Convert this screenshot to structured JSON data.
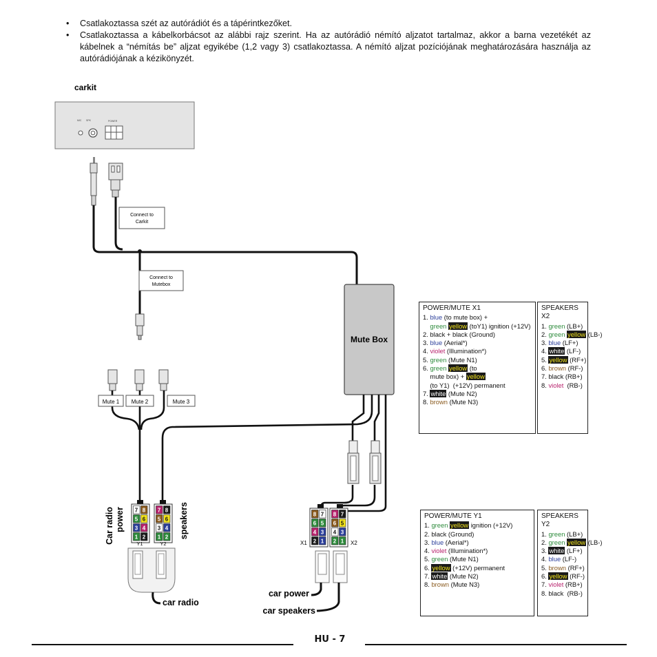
{
  "bullets": [
    "Csatlakoztassa szét az autórádiót és a tápérintkezőket.",
    "Csatlakoztassa a kábelkorbácsot az alábbi rajz szerint. Ha az autórádió némító aljzatot tartalmaz, akkor a barna vezetékét az kábelnek a “némítás be” aljzat egyikébe (1,2 vagy 3) csatlakoztassa. A némító aljzat pozíciójának meghatározására használja az autórádiójának a kézikönyzét."
  ],
  "diagram": {
    "carkit_label": "carkit",
    "panel_labels": {
      "mic": "MIC",
      "spk": "SPK",
      "power": "POWER"
    },
    "connect_carkit": [
      "Connect to",
      "Carkit"
    ],
    "connect_mutebox": [
      "Connect to",
      "Mutebox"
    ],
    "mute_box": "Mute Box",
    "mute_labels": [
      "Mute 1",
      "Mute 2",
      "Mute 3"
    ],
    "car_radio_power": [
      "Car radio",
      "power"
    ],
    "speakers": "speakers",
    "y1": "Y1",
    "y2": "Y2",
    "x1": "X1",
    "x2": "X2",
    "car_radio": "car radio",
    "car_power": "car power",
    "car_speakers": "car speakers",
    "y1_pins": [
      "7",
      "8",
      "5",
      "6",
      "3",
      "4",
      "1",
      "2"
    ],
    "y2_pins": [
      "7",
      "8",
      "5",
      "6",
      "3",
      "4",
      "1",
      "2"
    ],
    "x1_pins": [
      "8",
      "7",
      "6",
      "5",
      "4",
      "3",
      "2",
      "1"
    ],
    "x2_pins": [
      "8",
      "7",
      "6",
      "5",
      "4",
      "3",
      "2",
      "1"
    ]
  },
  "tables": {
    "power_mute_x1": {
      "title": "POWER/MUTE X1",
      "rows": [
        [
          {
            "t": "1. "
          },
          {
            "t": "blue",
            "c": "blue"
          },
          {
            "t": " (to mute box) +"
          }
        ],
        [
          {
            "t": "    "
          },
          {
            "t": "green",
            "c": "green"
          },
          {
            "t": " "
          },
          {
            "t": "yellow",
            "h": "yellow"
          },
          {
            "t": " (toY1) ignition (+12V)"
          }
        ],
        [
          {
            "t": "2. black + black (Ground)"
          }
        ],
        [
          {
            "t": "3. "
          },
          {
            "t": "blue",
            "c": "blue"
          },
          {
            "t": " (Aerial*)"
          }
        ],
        [
          {
            "t": "4. "
          },
          {
            "t": "violet",
            "c": "violet"
          },
          {
            "t": " (Illumination*)"
          }
        ],
        [
          {
            "t": "5. "
          },
          {
            "t": "green",
            "c": "green"
          },
          {
            "t": " (Mute N1)"
          }
        ],
        [
          {
            "t": "6. "
          },
          {
            "t": "green",
            "c": "green"
          },
          {
            "t": " "
          },
          {
            "t": "yellow",
            "h": "yellow"
          },
          {
            "t": " (to"
          }
        ],
        [
          {
            "t": "    mute box) + "
          },
          {
            "t": "yellow",
            "h": "yellow"
          }
        ],
        [
          {
            "t": "    (to Y1)  (+12V) permanent"
          }
        ],
        [
          {
            "t": "7. "
          },
          {
            "t": "white",
            "h": "white"
          },
          {
            "t": " (Mute N2)"
          }
        ],
        [
          {
            "t": "8. "
          },
          {
            "t": "brown",
            "c": "brown"
          },
          {
            "t": " (Mute N3)"
          }
        ]
      ]
    },
    "speakers_x2": {
      "title": "SPEAKERS X2",
      "rows": [
        [
          {
            "t": "1. "
          },
          {
            "t": "green",
            "c": "green"
          },
          {
            "t": " (LB+)"
          }
        ],
        [
          {
            "t": "2. "
          },
          {
            "t": "green",
            "c": "green"
          },
          {
            "t": " "
          },
          {
            "t": "yellow",
            "h": "yellow"
          },
          {
            "t": " (LB-)"
          }
        ],
        [
          {
            "t": "3. "
          },
          {
            "t": "blue",
            "c": "blue"
          },
          {
            "t": " (LF+)"
          }
        ],
        [
          {
            "t": "4. "
          },
          {
            "t": "white",
            "h": "white"
          },
          {
            "t": " (LF-)"
          }
        ],
        [
          {
            "t": "5. "
          },
          {
            "t": "yellow",
            "h": "yellow"
          },
          {
            "t": " (RF+)"
          }
        ],
        [
          {
            "t": "6. "
          },
          {
            "t": "brown",
            "c": "brown"
          },
          {
            "t": " (RF-)"
          }
        ],
        [
          {
            "t": "7. black (RB+)"
          }
        ],
        [
          {
            "t": "8. "
          },
          {
            "t": "violet",
            "c": "violet"
          },
          {
            "t": "  (RB-)"
          }
        ]
      ]
    },
    "power_mute_y1": {
      "title": "POWER/MUTE Y1",
      "rows": [
        [
          {
            "t": "1. "
          },
          {
            "t": "green",
            "c": "green"
          },
          {
            "t": " "
          },
          {
            "t": "yellow",
            "h": "yellow"
          },
          {
            "t": " ignition (+12V)"
          }
        ],
        [
          {
            "t": "2. black (Ground)"
          }
        ],
        [
          {
            "t": "3. "
          },
          {
            "t": "blue",
            "c": "blue"
          },
          {
            "t": " (Aerial*)"
          }
        ],
        [
          {
            "t": "4. "
          },
          {
            "t": "violet",
            "c": "violet"
          },
          {
            "t": " (Illumination*)"
          }
        ],
        [
          {
            "t": "5. "
          },
          {
            "t": "green",
            "c": "green"
          },
          {
            "t": " (Mute N1)"
          }
        ],
        [
          {
            "t": "6. "
          },
          {
            "t": "yellow",
            "h": "yellow"
          },
          {
            "t": " (+12V) permanent"
          }
        ],
        [
          {
            "t": "7. "
          },
          {
            "t": "white",
            "h": "white"
          },
          {
            "t": " (Mute N2)"
          }
        ],
        [
          {
            "t": "8. "
          },
          {
            "t": "brown",
            "c": "brown"
          },
          {
            "t": " (Mute N3)"
          }
        ]
      ]
    },
    "speakers_y2": {
      "title": "SPEAKERS Y2",
      "rows": [
        [
          {
            "t": "1. "
          },
          {
            "t": "green",
            "c": "green"
          },
          {
            "t": " (LB+)"
          }
        ],
        [
          {
            "t": "2. "
          },
          {
            "t": "green",
            "c": "green"
          },
          {
            "t": " "
          },
          {
            "t": "yellow",
            "h": "yellow"
          },
          {
            "t": " (LB-)"
          }
        ],
        [
          {
            "t": "3. "
          },
          {
            "t": "white",
            "h": "white"
          },
          {
            "t": " (LF+)"
          }
        ],
        [
          {
            "t": "4. "
          },
          {
            "t": "blue",
            "c": "blue"
          },
          {
            "t": " (LF-)"
          }
        ],
        [
          {
            "t": "5. "
          },
          {
            "t": "brown",
            "c": "brown"
          },
          {
            "t": " (RF+)"
          }
        ],
        [
          {
            "t": "6. "
          },
          {
            "t": "yellow",
            "h": "yellow"
          },
          {
            "t": " (RF-)"
          }
        ],
        [
          {
            "t": "7. "
          },
          {
            "t": "violet",
            "c": "violet"
          },
          {
            "t": " (RB+)"
          }
        ],
        [
          {
            "t": "8. black  (RB-)"
          }
        ]
      ]
    }
  },
  "colors": {
    "blue": "#2c3f9b",
    "green": "#2e8b3c",
    "violet": "#b8226d",
    "brown": "#8a5a1e",
    "yellow_highlight": "#f2e31a",
    "mute_box_fill": "#c8c8c8"
  },
  "footer": {
    "page_label": "HU - 7"
  }
}
